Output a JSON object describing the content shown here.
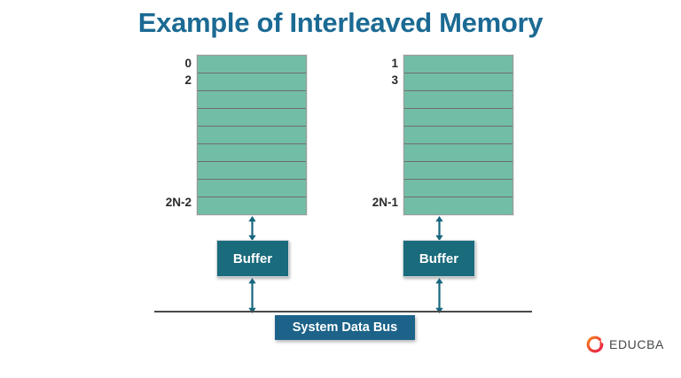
{
  "title": "Example of Interleaved Memory",
  "colors": {
    "title": "#1b6a93",
    "bank_fill": "#72bda6",
    "bank_line": "#6d6d6d",
    "buffer_fill": "#1a6b7c",
    "bus_label_fill": "#1d6389",
    "bus_line": "#4a4a4a",
    "logo_orange": "#f05a28",
    "logo_red": "#e8254b",
    "logo_text": "#44484b"
  },
  "banks": [
    {
      "id": "bank-left",
      "name": "memory-bank-even",
      "row_count": 9,
      "labels": {
        "first": "0",
        "second": "2",
        "last": "2N-2"
      }
    },
    {
      "id": "bank-right",
      "name": "memory-bank-odd",
      "row_count": 9,
      "labels": {
        "first": "1",
        "second": "3",
        "last": "2N-1"
      }
    }
  ],
  "buffers": [
    {
      "label": "Buffer"
    },
    {
      "label": "Buffer"
    }
  ],
  "bus": {
    "label": "System Data Bus"
  },
  "logo": {
    "text": "EDUCBA",
    "mark": "educba-play-circle-icon"
  },
  "icons": {
    "arrow_double_vertical": "double-headed-vertical-arrow",
    "arrow_down": "down-arrow"
  }
}
